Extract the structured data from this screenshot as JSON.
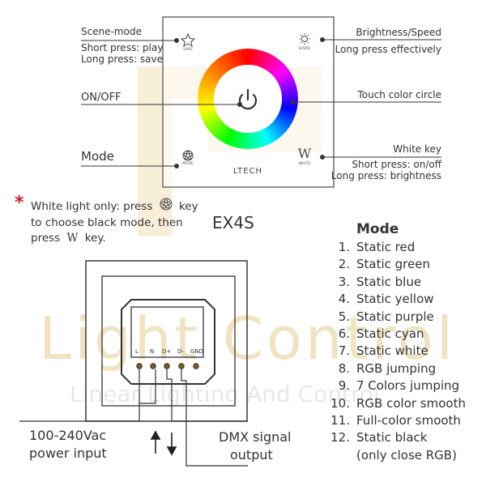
{
  "watermark": {
    "line1": "Light Control",
    "line2": "Linear Lighting And Control"
  },
  "panel": {
    "brand": "LTECH",
    "model": "EX4S",
    "keys": {
      "save": "SAVE",
      "brightness_speed": "B/SPD",
      "mode": "MODE",
      "white": "WHITE",
      "white_letter": "W"
    }
  },
  "callouts": {
    "scene_mode": {
      "title": "Scene-mode",
      "line1": "Short press: play",
      "line2": "Long press: save"
    },
    "on_off": "ON/OFF",
    "mode": "Mode",
    "brightness": {
      "title": "Brightness/Speed",
      "line1": "Long press effectively"
    },
    "touch_circle": "Touch color circle",
    "white_key": {
      "title": "White key",
      "line1": "Short press: on/off",
      "line2": "Long press: brightness"
    }
  },
  "note": {
    "asterisk": "*",
    "line1a": "White light only: press",
    "line1b": "key",
    "line2": "to choose black mode, then",
    "line3a": "press",
    "line3_key": "W",
    "line3b": "key."
  },
  "mode_list": {
    "title": "Mode",
    "items": [
      {
        "num": "1.",
        "label": "Static red"
      },
      {
        "num": "2.",
        "label": "Static green"
      },
      {
        "num": "3.",
        "label": "Static blue"
      },
      {
        "num": "4.",
        "label": "Static yellow"
      },
      {
        "num": "5.",
        "label": "Static purple"
      },
      {
        "num": "6.",
        "label": "Static cyan"
      },
      {
        "num": "7.",
        "label": "Static white"
      },
      {
        "num": "8.",
        "label": "RGB jumping"
      },
      {
        "num": "9.",
        "label": "7 Colors jumping"
      },
      {
        "num": "10.",
        "label": "RGB color smooth"
      },
      {
        "num": "11.",
        "label": "Full-color smooth"
      },
      {
        "num": "12.",
        "label": "Static black"
      }
    ],
    "item12_sub": "(only close RGB)"
  },
  "terminals": [
    "L",
    "N",
    "D+",
    "D-",
    "GND"
  ],
  "wiring": {
    "power_line1": "100-240Vac",
    "power_line2": "power input",
    "dmx_line1": "DMX signal",
    "dmx_line2": "output"
  }
}
